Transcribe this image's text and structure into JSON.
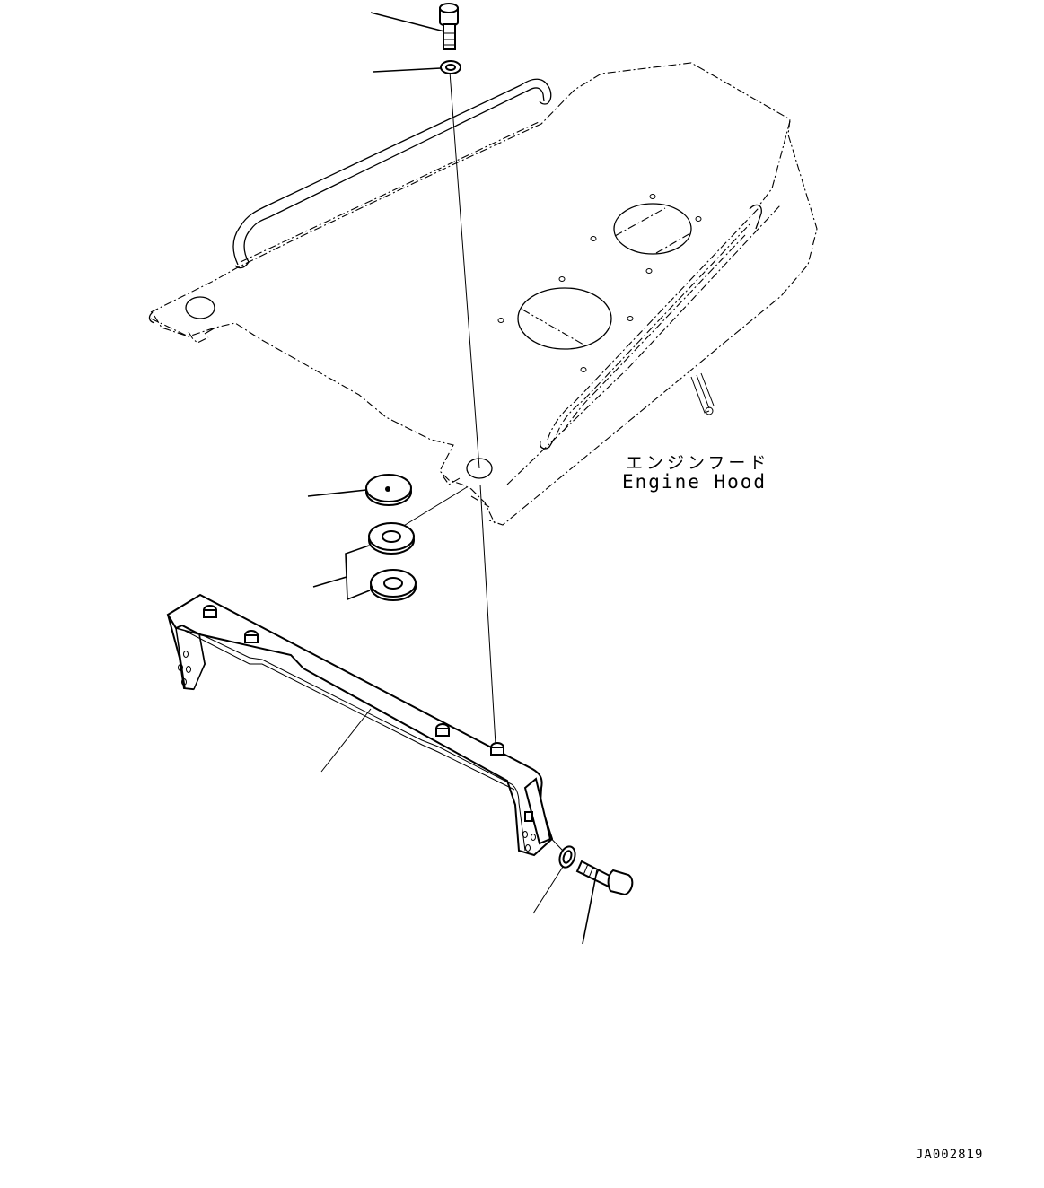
{
  "diagram": {
    "type": "exploded parts diagram",
    "callouts": [
      {
        "label_jp": "エンジンフード",
        "label_en": "Engine Hood"
      }
    ],
    "drawing_id": "JA002819",
    "parts": [
      {
        "name": "bolt-top"
      },
      {
        "name": "washer-top"
      },
      {
        "name": "rubber-cushion"
      },
      {
        "name": "washer-large-1"
      },
      {
        "name": "washer-large-2"
      },
      {
        "name": "bracket"
      },
      {
        "name": "washer-bottom"
      },
      {
        "name": "bolt-bottom"
      }
    ],
    "colors": {
      "line": "#000000",
      "background": "#ffffff"
    }
  }
}
